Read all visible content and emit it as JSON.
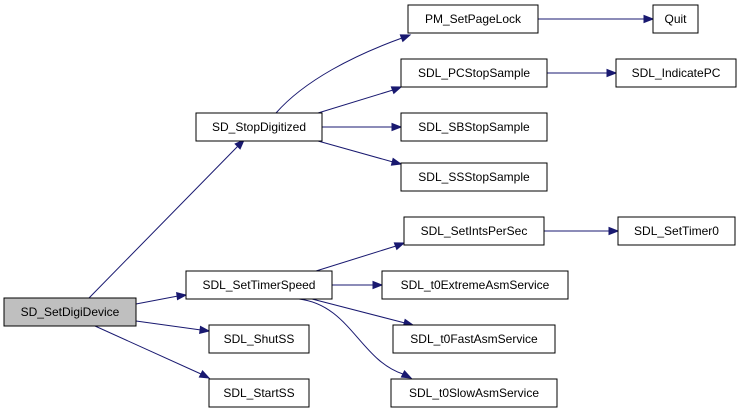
{
  "diagram": {
    "type": "call-graph",
    "edge_color": "#191970",
    "root_fill": "#bfbfbf",
    "node_fill": "#ffffff",
    "nodes": [
      {
        "id": "sd-setdigidevice",
        "label": "SD_SetDigiDevice",
        "root": true
      },
      {
        "id": "sd-stopdigitized",
        "label": "SD_StopDigitized"
      },
      {
        "id": "sdl-settimerspeed",
        "label": "SDL_SetTimerSpeed"
      },
      {
        "id": "sdl-shutss",
        "label": "SDL_ShutSS"
      },
      {
        "id": "sdl-startss",
        "label": "SDL_StartSS"
      },
      {
        "id": "pm-setpagelock",
        "label": "PM_SetPageLock"
      },
      {
        "id": "sdl-pcstopsample",
        "label": "SDL_PCStopSample"
      },
      {
        "id": "sdl-sbstopsample",
        "label": "SDL_SBStopSample"
      },
      {
        "id": "sdl-ssstopsample",
        "label": "SDL_SSStopSample"
      },
      {
        "id": "quit",
        "label": "Quit"
      },
      {
        "id": "sdl-indicatepc",
        "label": "SDL_IndicatePC"
      },
      {
        "id": "sdl-setintspersec",
        "label": "SDL_SetIntsPerSec"
      },
      {
        "id": "sdl-t0extremeasmservice",
        "label": "SDL_t0ExtremeAsmService"
      },
      {
        "id": "sdl-t0fastasmservice",
        "label": "SDL_t0FastAsmService"
      },
      {
        "id": "sdl-t0slowasmservice",
        "label": "SDL_t0SlowAsmService"
      },
      {
        "id": "sdl-settimer0",
        "label": "SDL_SetTimer0"
      }
    ],
    "edges": [
      {
        "from": "sd-setdigidevice",
        "to": "sd-stopdigitized"
      },
      {
        "from": "sd-setdigidevice",
        "to": "sdl-settimerspeed"
      },
      {
        "from": "sd-setdigidevice",
        "to": "sdl-shutss"
      },
      {
        "from": "sd-setdigidevice",
        "to": "sdl-startss"
      },
      {
        "from": "sd-stopdigitized",
        "to": "pm-setpagelock"
      },
      {
        "from": "sd-stopdigitized",
        "to": "sdl-pcstopsample"
      },
      {
        "from": "sd-stopdigitized",
        "to": "sdl-sbstopsample"
      },
      {
        "from": "sd-stopdigitized",
        "to": "sdl-ssstopsample"
      },
      {
        "from": "pm-setpagelock",
        "to": "quit"
      },
      {
        "from": "sdl-pcstopsample",
        "to": "sdl-indicatepc"
      },
      {
        "from": "sdl-settimerspeed",
        "to": "sdl-setintspersec"
      },
      {
        "from": "sdl-settimerspeed",
        "to": "sdl-t0extremeasmservice"
      },
      {
        "from": "sdl-settimerspeed",
        "to": "sdl-t0fastasmservice"
      },
      {
        "from": "sdl-settimerspeed",
        "to": "sdl-t0slowasmservice"
      },
      {
        "from": "sdl-setintspersec",
        "to": "sdl-settimer0"
      }
    ]
  }
}
